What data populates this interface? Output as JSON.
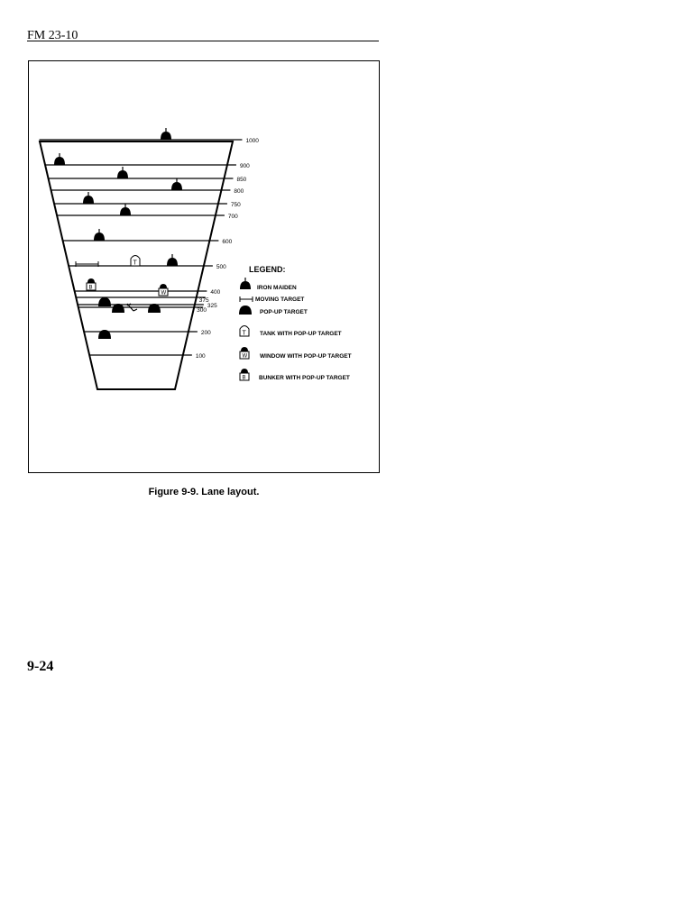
{
  "header": {
    "title": "FM 23-10"
  },
  "figure": {
    "caption": "Figure 9-9. Lane layout.",
    "range_labels": [
      "1000",
      "900",
      "850",
      "800",
      "750",
      "700",
      "600",
      "500",
      "400",
      "375",
      "325",
      "300",
      "200",
      "100"
    ],
    "legend": {
      "title": "LEGEND:",
      "items": [
        "IRON MAIDEN",
        "MOVING TARGET",
        "POP-UP TARGET",
        "TANK WITH POP-UP TARGET",
        "WINDOW WITH POP-UP TARGET",
        "BUNKER WITH POP-UP TARGET"
      ]
    }
  },
  "footer": {
    "page_number": "9-24"
  }
}
